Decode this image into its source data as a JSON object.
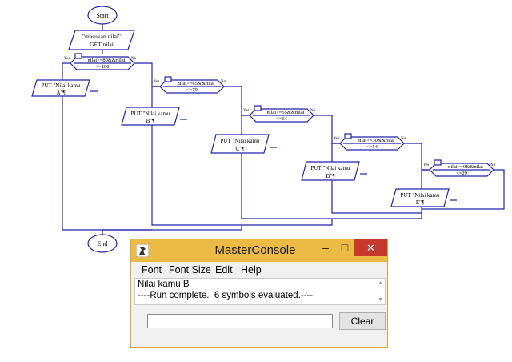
{
  "flowchart": {
    "start": "Start",
    "end": "End",
    "input_line1": "\"masukan nilai\"",
    "input_line2": "GET nilai",
    "yes": "Yes",
    "no": "No",
    "decisions": [
      {
        "line1": "nilai>=80&&nilai",
        "line2": "<=100"
      },
      {
        "line1": "nilai>=65&&nilai",
        "line2": "<=79"
      },
      {
        "line1": "nilai>=55&&nilai",
        "line2": "<=64"
      },
      {
        "line1": "nilai>=30&&nilai",
        "line2": "<=54"
      },
      {
        "line1": "nilai>=0&&nilai",
        "line2": "<=29"
      }
    ],
    "outputs": [
      {
        "line1": "PUT \"Nilai kamu",
        "line2": "A\"¶"
      },
      {
        "line1": "PUT \"Nilai kamu",
        "line2": "B\"¶"
      },
      {
        "line1": "PUT \"Nilai kamu",
        "line2": "C\"¶"
      },
      {
        "line1": "PUT \"Nilai kamu",
        "line2": "D\"¶"
      },
      {
        "line1": "PUT \"Nilai kamu",
        "line2": "E\"¶"
      }
    ]
  },
  "console": {
    "title": "MasterConsole",
    "menu": [
      "Font",
      "Font Size",
      "Edit",
      "Help"
    ],
    "output": [
      "Nilai kamu B",
      "----Run complete.  6 symbols evaluated.----"
    ],
    "input_value": "",
    "clear_label": "Clear",
    "min_glyph": "–",
    "max_glyph": "□",
    "close_glyph": "✕"
  }
}
